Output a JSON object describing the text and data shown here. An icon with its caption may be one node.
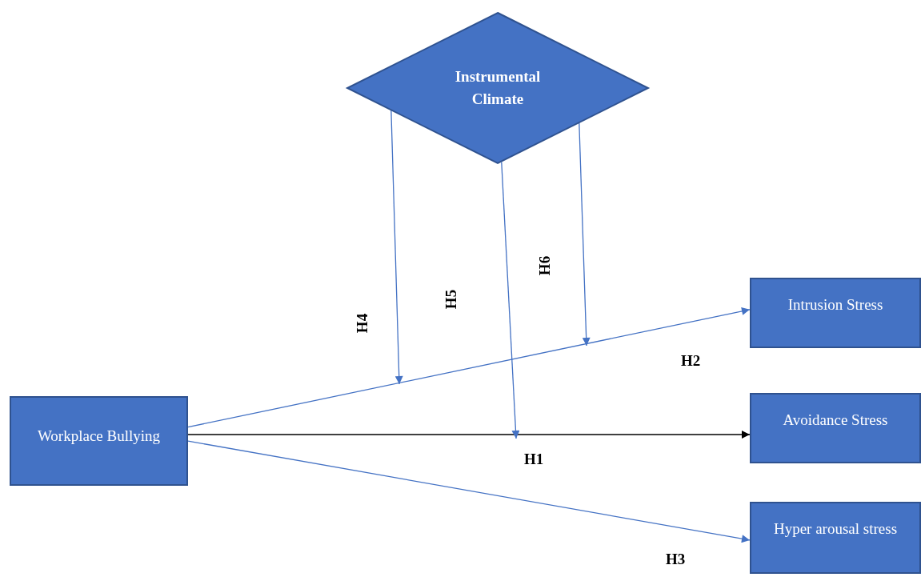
{
  "diagram": {
    "nodes": [
      {
        "text": [
          "Instrumental Climate"
        ]
      },
      {
        "text": [
          "Intrusion Stress"
        ]
      },
      {
        "text": [
          "Workplace Bullying"
        ]
      },
      {
        "text": [
          "Avoidance Stress"
        ]
      },
      {
        "text": [
          "Hyper arousal stress"
        ]
      }
    ],
    "edges": [
      {
        "from": 2,
        "to": 1,
        "arrow": "to",
        "label": "H2"
      },
      {
        "from": 2,
        "to": 3,
        "arrow": "to",
        "label": "H1",
        "color": "#000000"
      },
      {
        "from": 2,
        "to": 4,
        "arrow": "to",
        "label": "H3"
      },
      {
        "from": 0,
        "to": null,
        "arrow": "to",
        "label": "H4"
      },
      {
        "from": 0,
        "to": null,
        "arrow": "to",
        "label": "H5"
      },
      {
        "from": 0,
        "to": null,
        "arrow": "to",
        "label": "H6"
      }
    ]
  }
}
